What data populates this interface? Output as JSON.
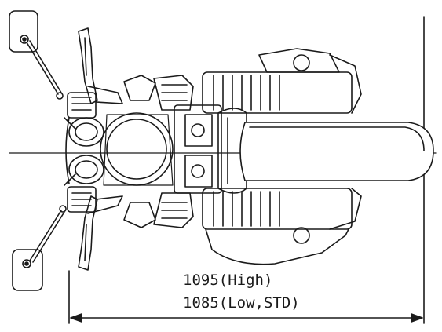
{
  "diagram": {
    "subject": "motorcycle top view",
    "dimension_high": "1095(High)",
    "dimension_low": "1085(Low,STD)"
  },
  "colors": {
    "ink": "#1a1a1a",
    "paper": "#ffffff"
  }
}
